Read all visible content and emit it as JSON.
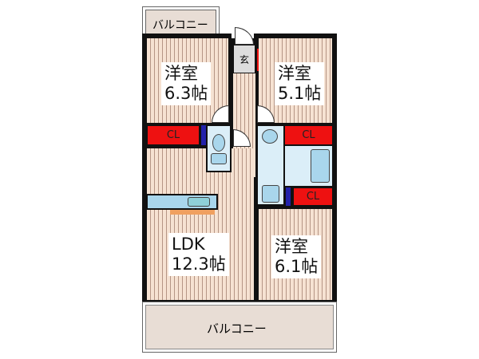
{
  "balcony_top": {
    "label": "バルコニー"
  },
  "balcony_bottom": {
    "label": "バルコニー"
  },
  "entrance": {
    "label": "玄"
  },
  "rooms": [
    {
      "type": "洋室",
      "size": "6.3帖"
    },
    {
      "type": "洋室",
      "size": "5.1帖"
    },
    {
      "type": "LDK",
      "size": "12.3帖"
    },
    {
      "type": "洋室",
      "size": "6.1帖"
    }
  ],
  "closets": [
    "CL",
    "CL",
    "CL"
  ],
  "colors": {
    "closet": "#ee1111",
    "floor": "#f6e2d2",
    "wet_area": "#dbeef8",
    "balcony": "#e8ddd5",
    "wall": "#111111"
  }
}
